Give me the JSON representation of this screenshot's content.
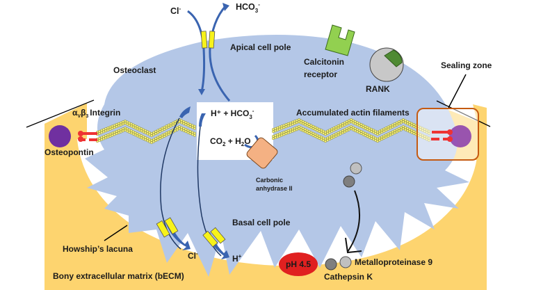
{
  "diagram": {
    "title_implied": "Osteoclast bone resorption",
    "colors": {
      "bone_matrix": "#fdd46f",
      "cell_body": "#b4c7e7",
      "lacuna": "#ffffff",
      "transporter": "#f7f21a",
      "arrow_blue": "#3a64b0",
      "actin_bead": "#f4ef7a",
      "osteopontin": "#7030a0",
      "integrin": "#ee3333",
      "calcitonin_receptor": "#92d050",
      "rank_outer": "#c8c8c8",
      "rank_inner": "#4f8a33",
      "carbonic_anhydrase": "#f4b183",
      "ph_badge": "#e02020",
      "cathepsin": "#7f7f7f",
      "mmp9": "#c0c0c0",
      "sealing_zone_border": "#c55a11"
    },
    "labels": {
      "cl_top": "Cl",
      "cl_top_sup": "-",
      "hco3_top": "HCO",
      "hco3_top_sub": "3",
      "hco3_top_sup": "-",
      "apical": "Apical cell pole",
      "osteoclast": "Osteoclast",
      "calcitonin_line1": "Calcitonin",
      "calcitonin_line2": "receptor",
      "rank": "RANK",
      "sealing_zone": "Sealing zone",
      "integrin_alpha": "α",
      "integrin_v": "V",
      "integrin_beta": "β",
      "integrin_3": "3",
      "integrin_word": "Integrin",
      "osteopontin": "Osteopontin",
      "h_plus_hco3": "H⁺ + HCO",
      "h_plus_hco3_sub": "3",
      "h_plus_hco3_sup": "-",
      "co2_h2o_a": "CO",
      "co2_h2o_sub1": "2",
      "co2_h2o_b": " + H",
      "co2_h2o_sub2": "2",
      "co2_h2o_c": "O",
      "actin": "Accumulated actin filaments",
      "carbonic_line1": "Carbonic",
      "carbonic_line2": "anhydrase II",
      "basal": "Basal cell pole",
      "howship": "Howship’s lacuna",
      "bony_ecm": "Bony extracellular matrix (bECM)",
      "cl_bottom": "Cl",
      "cl_bottom_sup": "-",
      "h_bottom": "H",
      "h_bottom_sup": "+",
      "ph": "pH 4.5",
      "mmp9": "Metalloproteinase  9",
      "cathepsin": "Cathepsin  K"
    }
  }
}
